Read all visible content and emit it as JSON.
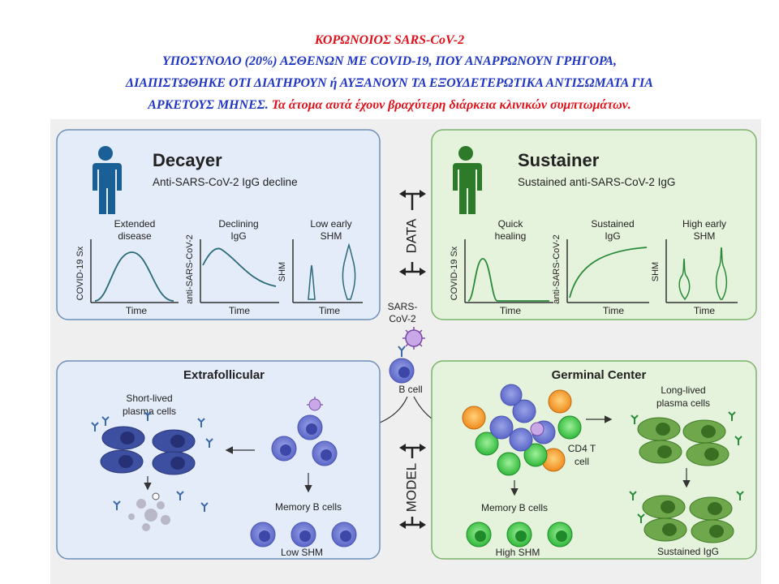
{
  "header": {
    "line1": "ΚΟΡΩΝΟΙΟΣ SARS-CoV-2",
    "line2": "ΥΠΟΣΥΝΟΛΟ (20%) ΑΣΘΕΝΩΝ ΜΕ COVID-19, ΠΟΥ ΑΝΑΡΡΩΝΟΥΝ ΓΡΗΓΟΡΑ,",
    "line3": "ΔΙΑΠΙΣΤΩΘΗΚΕ ΟΤΙ ΔΙΑΤΗΡΟΥΝ ή ΑΥΞΑΝΟΥΝ ΤΑ ΕΞΟΥΔΕΤΕΡΩΤΙΚΑ ΑΝΤΙΣΩΜΑΤΑ ΓΙΑ",
    "line4a": "ΑΡΚΕΤΟΥΣ ΜΗΝΕΣ.",
    "line4b": " Τα άτομα αυτά έχουν  βραχύτερη διάρκεια κλινικών συμπτωμάτων."
  },
  "colors": {
    "header_red": "#e0101a",
    "header_blue": "#1f35c4",
    "decayer_panel": "#e3ecf8",
    "sustainer_panel": "#e5f3dc",
    "decayer_person": "#1a5f96",
    "sustainer_person": "#2d7a2a"
  },
  "decayer": {
    "title": "Decayer",
    "subtitle": "Anti-SARS-CoV-2 IgG decline",
    "plot1_title1": "Extended",
    "plot1_title2": "disease",
    "plot1_ylabel": "COVID-19 Sx",
    "plot1_xlabel": "Time",
    "plot2_title1": "Declining",
    "plot2_title2": "IgG",
    "plot2_ylabel": "anti-SARS-CoV-2",
    "plot2_xlabel": "Time",
    "plot3_title1": "Low early",
    "plot3_title2": "SHM",
    "plot3_ylabel": "SHM",
    "plot3_xlabel": "Time"
  },
  "sustainer": {
    "title": "Sustainer",
    "subtitle": "Sustained anti-SARS-CoV-2 IgG",
    "plot1_title1": "Quick",
    "plot1_title2": "healing",
    "plot1_ylabel": "COVID-19 Sx",
    "plot1_xlabel": "Time",
    "plot2_title1": "Sustained",
    "plot2_title2": "IgG",
    "plot2_ylabel": "anti-SARS-CoV-2",
    "plot2_xlabel": "Time",
    "plot3_title1": "High early",
    "plot3_title2": "SHM",
    "plot3_ylabel": "SHM",
    "plot3_xlabel": "Time"
  },
  "center": {
    "data_label": "DATA",
    "model_label": "MODEL",
    "virus_label1": "SARS-",
    "virus_label2": "CoV-2",
    "bcell_label": "B cell"
  },
  "extrafollicular": {
    "title": "Extrafollicular",
    "plasma1": "Short-lived",
    "plasma2": "plasma cells",
    "memory": "Memory B cells",
    "shm": "Low SHM"
  },
  "germinal": {
    "title": "Germinal Center",
    "plasma1": "Long-lived",
    "plasma2": "plasma cells",
    "cd4a": "CD4 T",
    "cd4b": "cell",
    "memory": "Memory B cells",
    "shm": "High SHM",
    "igg": "Sustained IgG"
  }
}
